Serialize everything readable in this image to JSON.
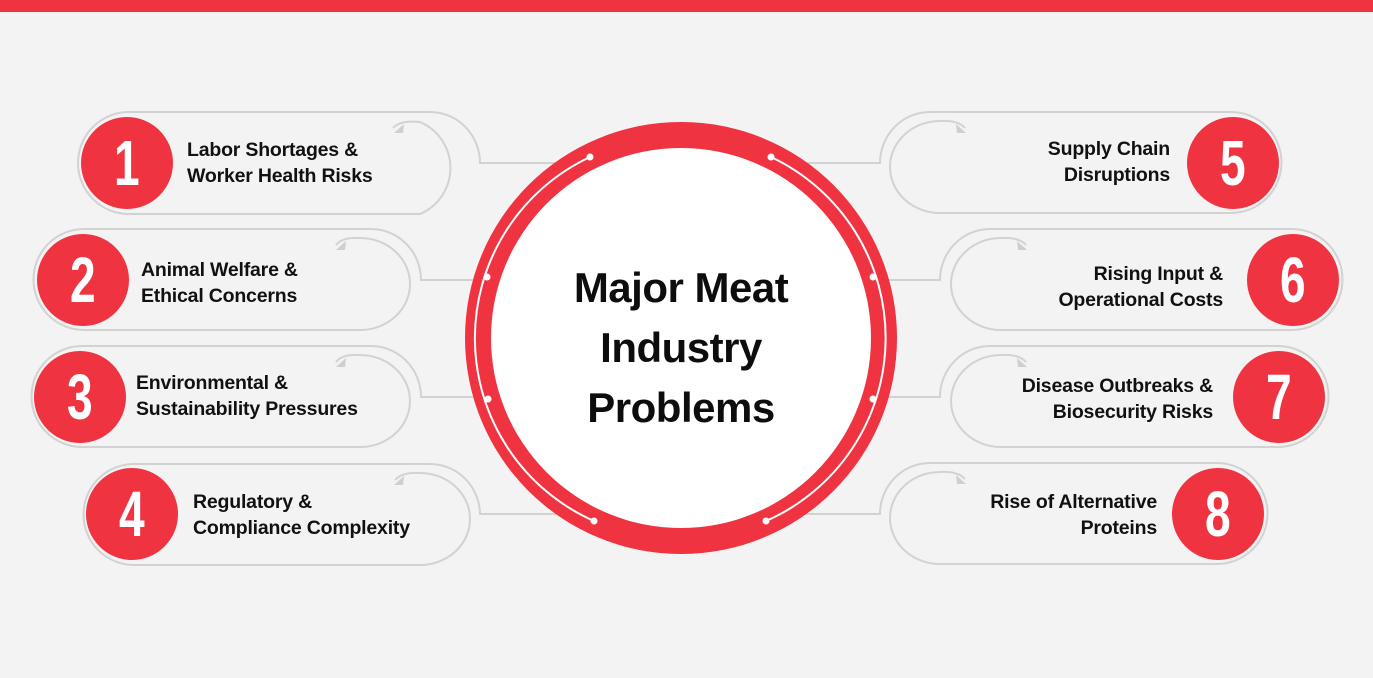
{
  "colors": {
    "accent": "#ef3340",
    "background": "#f3f3f3",
    "outline": "#d2d2d2",
    "text": "#111111"
  },
  "center": {
    "title_lines": [
      "Major Meat",
      "Industry",
      "Problems"
    ]
  },
  "items": [
    {
      "number": "1",
      "lines": [
        "Labor Shortages &",
        "Worker Health Risks"
      ],
      "side": "left"
    },
    {
      "number": "2",
      "lines": [
        "Animal Welfare &",
        "Ethical Concerns"
      ],
      "side": "left"
    },
    {
      "number": "3",
      "lines": [
        "Environmental &",
        "Sustainability Pressures"
      ],
      "side": "left"
    },
    {
      "number": "4",
      "lines": [
        "Regulatory &",
        "Compliance Complexity"
      ],
      "side": "left"
    },
    {
      "number": "5",
      "lines": [
        "Supply Chain",
        "Disruptions"
      ],
      "side": "right"
    },
    {
      "number": "6",
      "lines": [
        "Rising Input &",
        "Operational Costs"
      ],
      "side": "right"
    },
    {
      "number": "7",
      "lines": [
        "Disease Outbreaks &",
        "Biosecurity Risks"
      ],
      "side": "right"
    },
    {
      "number": "8",
      "lines": [
        "Rise of Alternative",
        "Proteins"
      ],
      "side": "right"
    }
  ]
}
